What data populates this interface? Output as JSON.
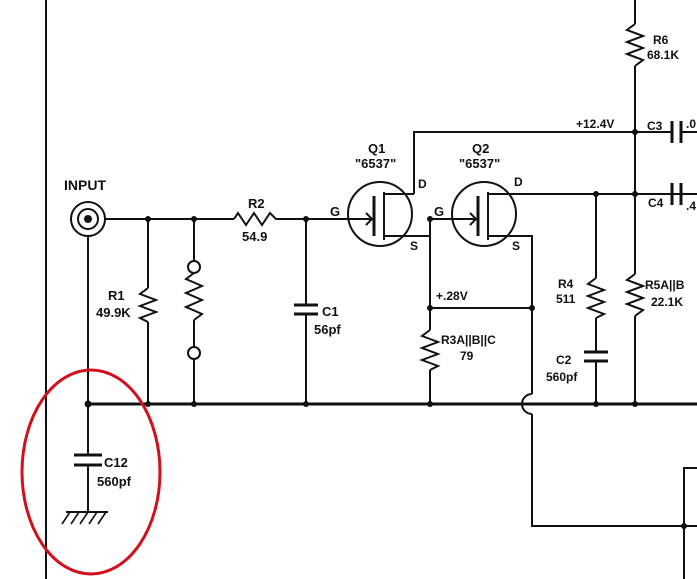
{
  "highlight_color": "#d0101c",
  "input": {
    "label": "INPUT"
  },
  "resistors": {
    "r1": {
      "name": "R1",
      "value": "49.9K"
    },
    "r2": {
      "name": "R2",
      "value": "54.9"
    },
    "r3": {
      "name": "R3A||B||C",
      "value": "79"
    },
    "r4": {
      "name": "R4",
      "value": "511"
    },
    "r5": {
      "name": "R5A||B",
      "value": "22.1K"
    },
    "r6": {
      "name": "R6",
      "value": "68.1K"
    }
  },
  "capacitors": {
    "c1": {
      "name": "C1",
      "value": "56pf"
    },
    "c2": {
      "name": "C2",
      "value": "560pf"
    },
    "c3": {
      "name": "C3",
      "value": ".0"
    },
    "c4": {
      "name": "C4",
      "value": ".4"
    },
    "c12": {
      "name": "C12",
      "value": "560pf"
    }
  },
  "transistors": {
    "q1": {
      "name": "Q1",
      "part": "\"6537\"",
      "gate": "G",
      "drain": "D",
      "source": "S"
    },
    "q2": {
      "name": "Q2",
      "part": "\"6537\"",
      "gate": "G",
      "drain": "D",
      "source": "S"
    }
  },
  "voltages": {
    "supply": "+12.4V",
    "source_node": "+.28V"
  }
}
